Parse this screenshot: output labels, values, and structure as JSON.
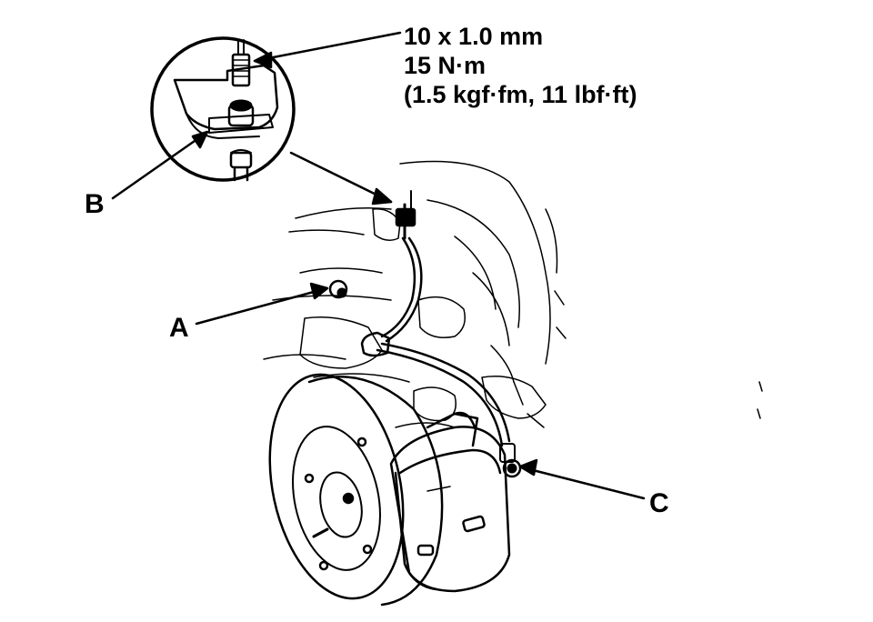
{
  "spec": {
    "thread": "10 x 1.0 mm",
    "torque": "15 N·m",
    "torque_alt": "(1.5 kgf·fm, 11 lbf·ft)"
  },
  "callouts": {
    "a": "A",
    "b": "B",
    "c": "C"
  },
  "colors": {
    "ink": "#000000",
    "paper": "#ffffff"
  }
}
